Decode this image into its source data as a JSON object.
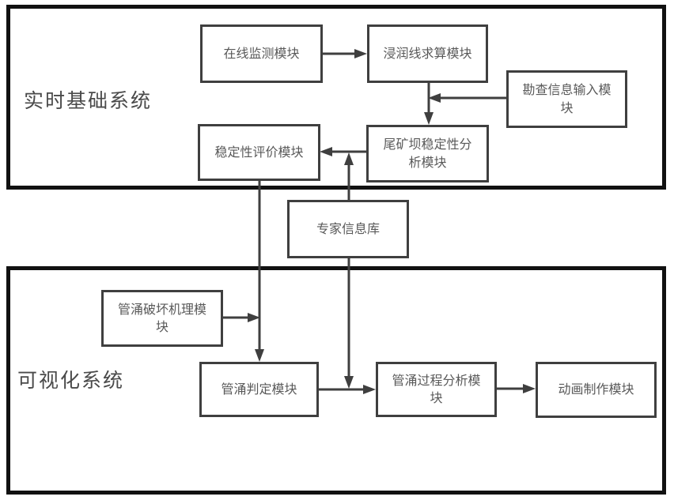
{
  "diagram": {
    "systems": {
      "realtime": {
        "label": "实时基础系统"
      },
      "visualization": {
        "label": "可视化系统"
      }
    },
    "nodes": {
      "online_monitoring": {
        "label": "在线监测模块"
      },
      "seepage_line": {
        "label": "浸润线求算模块"
      },
      "survey_input": {
        "label": "勘查信息输入模块"
      },
      "stability_eval": {
        "label": "稳定性评价模块"
      },
      "dam_stability": {
        "label": "尾矿坝稳定性分析模块"
      },
      "expert_db": {
        "label": "专家信息库"
      },
      "piping_mechanism": {
        "label": "管涌破坏机理模块"
      },
      "piping_judgment": {
        "label": "管涌判定模块"
      },
      "piping_process": {
        "label": "管涌过程分析模块"
      },
      "animation": {
        "label": "动画制作模块"
      }
    },
    "connections": [
      {
        "from": "online_monitoring",
        "to": "seepage_line"
      },
      {
        "from": "seepage_line",
        "to": "dam_stability"
      },
      {
        "from": "survey_input",
        "to": "dam_stability"
      },
      {
        "from": "dam_stability",
        "to": "stability_eval"
      },
      {
        "from": "expert_db",
        "to": "dam_stability"
      },
      {
        "from": "stability_eval",
        "to": "piping_judgment"
      },
      {
        "from": "piping_mechanism",
        "to": "piping_judgment"
      },
      {
        "from": "expert_db",
        "to": "piping_process"
      },
      {
        "from": "piping_judgment",
        "to": "piping_process"
      },
      {
        "from": "piping_process",
        "to": "animation"
      }
    ],
    "colors": {
      "outer_border": "#111111",
      "node_border": "#3f3f3f",
      "connector": "#3f3f3f",
      "text": "#595959",
      "system_label_text": "#4a4a4a",
      "background": "#ffffff"
    }
  }
}
